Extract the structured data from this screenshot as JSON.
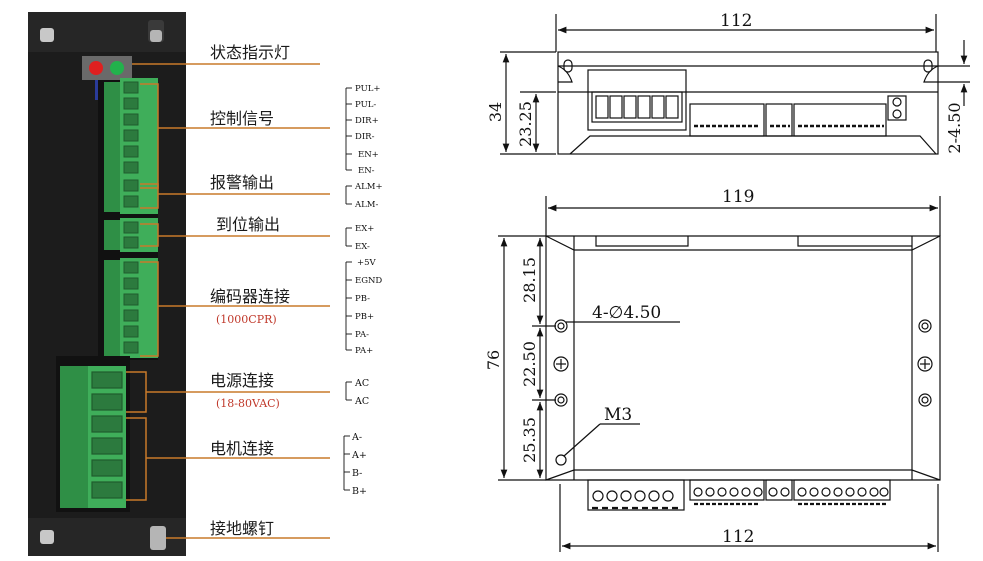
{
  "callouts": {
    "status_led": "状态指示灯",
    "control_signal": "控制信号",
    "alarm_output": "报警输出",
    "in_position_output": "到位输出",
    "encoder_connection": "编码器连接",
    "encoder_sub": "(1000CPR)",
    "power_connection": "电源连接",
    "power_sub": "(18-80VAC)",
    "motor_connection": "电机连接",
    "ground_screw": "接地螺钉"
  },
  "pins": {
    "control": [
      "PUL+",
      "PUL-",
      "DIR+",
      "DIR-",
      "EN+",
      "EN-"
    ],
    "alarm": [
      "ALM+",
      "ALM-"
    ],
    "in_position": [
      "EX+",
      "EX-"
    ],
    "encoder": [
      "+5V",
      "EGND",
      "PB-",
      "PB+",
      "PA-",
      "PA+"
    ],
    "power": [
      "AC",
      "AC"
    ],
    "motor": [
      "A-",
      "A+",
      "B-",
      "B+"
    ]
  },
  "dimensions": {
    "top_width": "112",
    "height_total": "34",
    "height_body": "23.25",
    "slot": "2-4.50",
    "front_width": "119",
    "front_height": "76",
    "seg1": "28.15",
    "seg2": "22.50",
    "seg3": "25.35",
    "hole_note": "4-∅4.50",
    "screw_note": "M3",
    "bottom_width": "112"
  },
  "colors": {
    "housing": "#1c1c1c",
    "terminal_green": "#3fae5a",
    "callout_line": "#c87a2a",
    "led_red": "#e02020",
    "led_green": "#22b24c"
  }
}
